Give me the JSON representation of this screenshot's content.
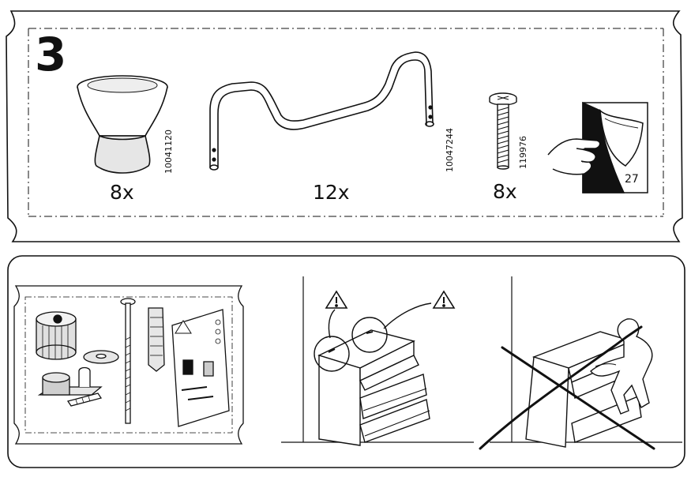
{
  "step": {
    "number": "3"
  },
  "parts": [
    {
      "name": "knob",
      "quantity": "8x",
      "part_number": "10041120"
    },
    {
      "name": "handle-bar",
      "quantity": "12x",
      "part_number": "10047244"
    },
    {
      "name": "screw",
      "quantity": "8x",
      "part_number": "119976"
    }
  ],
  "see_page": {
    "page": "27"
  },
  "safety_panel": {
    "warning_icons": [
      "warning-triangle-icon",
      "warning-triangle-icon"
    ],
    "illustrations": [
      "wall-anchor-kit",
      "dresser-anchored-to-wall",
      "child-climbing-dresser-prohibited"
    ]
  },
  "colors": {
    "line": "#111111",
    "light_fill": "#e6e6e6",
    "mid_fill": "#cfcfcf",
    "paper": "#ffffff"
  }
}
